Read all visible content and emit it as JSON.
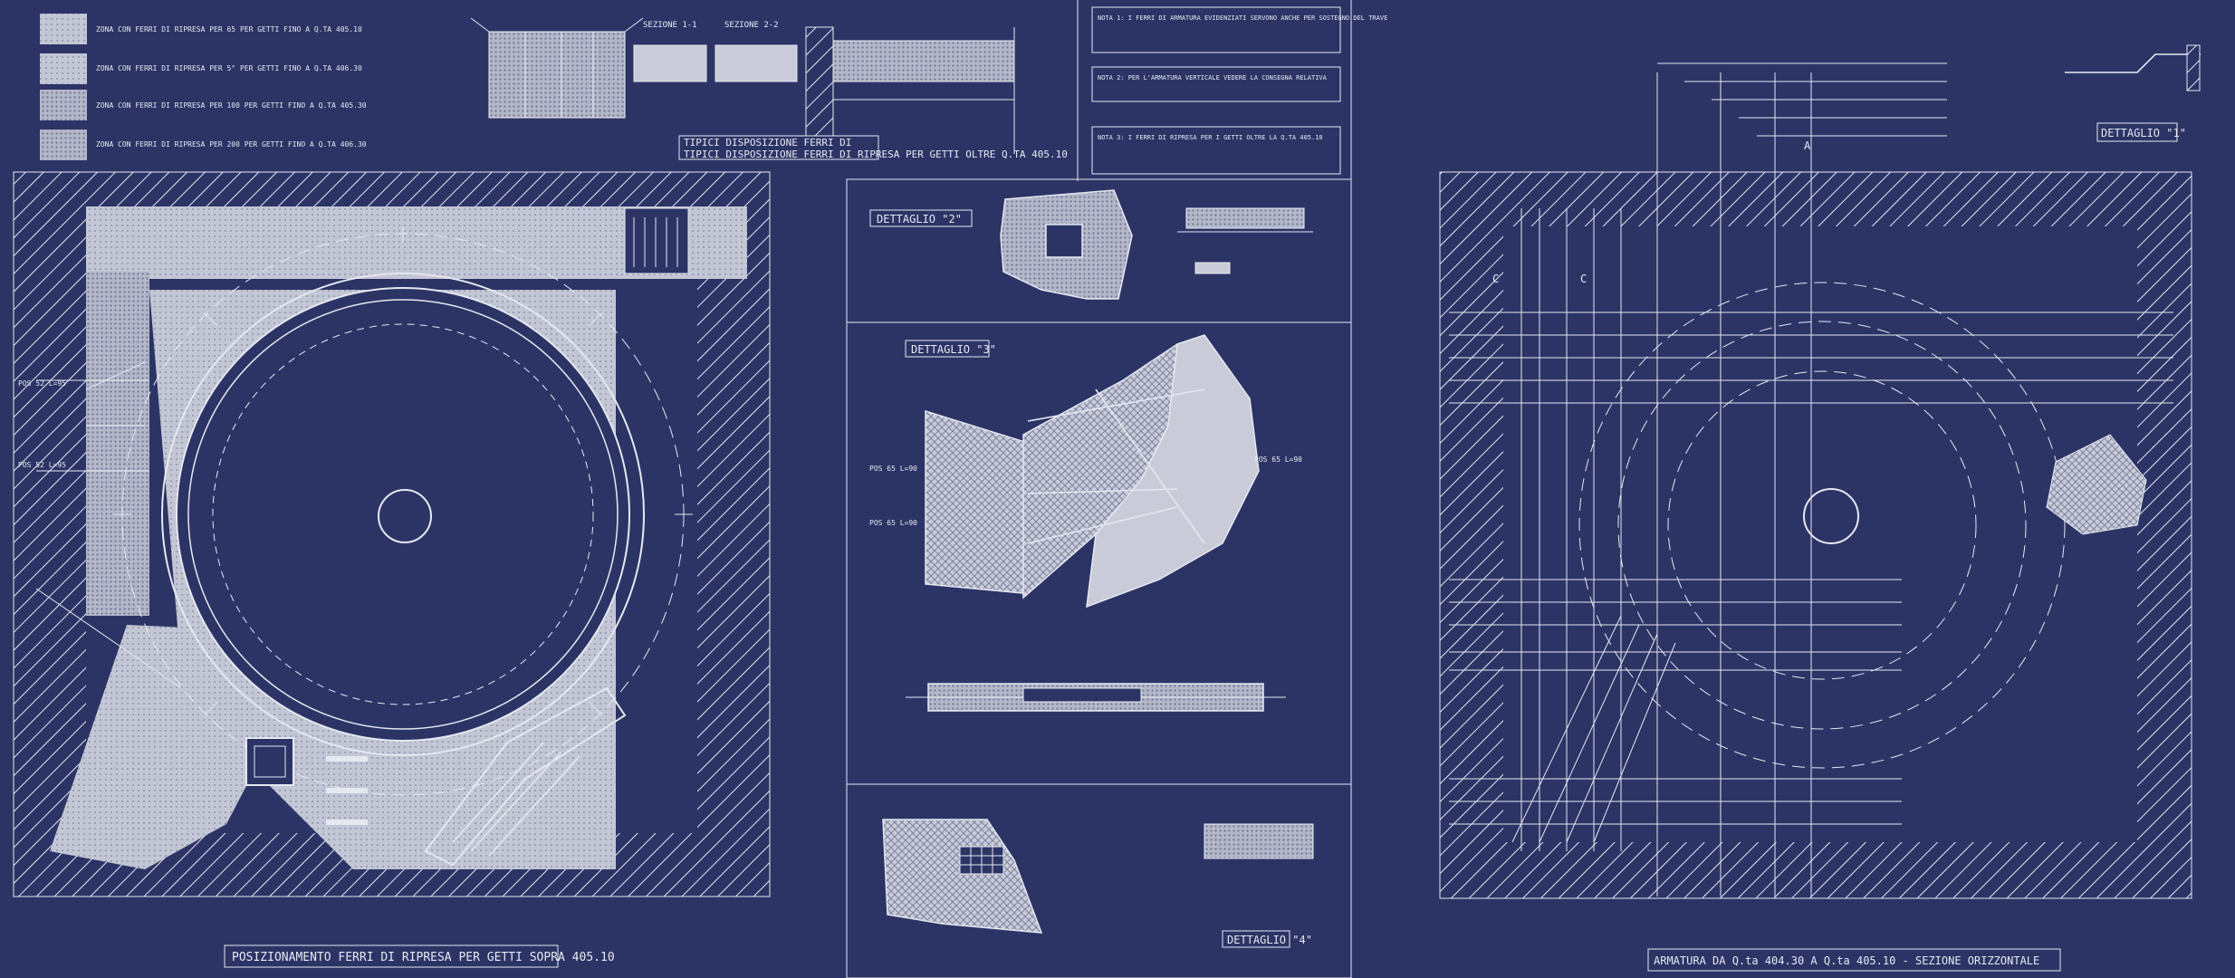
{
  "legend": {
    "rows": [
      {
        "text": "ZONA CON FERRI DI RIPRESA PER 65 PER GETTI FINO A Q.TA 405.10"
      },
      {
        "text": "ZONA CON FERRI DI RIPRESA PER 5° PER GETTI FINO A Q.TA 406.30"
      },
      {
        "text": "ZONA CON FERRI DI RIPRESA PER 100 PER GETTI FINO A Q.TA 405.30"
      },
      {
        "text": "ZONA CON FERRI DI RIPRESA PER 200 PER GETTI FINO A Q.TA 406.30"
      }
    ]
  },
  "sections": {
    "sez1": "SEZIONE 1-1",
    "sez2": "SEZIONE 2-2",
    "title": "TIPICI DISPOSIZIONE FERRI DI RIPRESA PER GETTI OLTRE Q.TA 405.10"
  },
  "notes": [
    "NOTA 1: I FERRI DI ARMATURA EVIDENZIATI SERVONO ANCHE PER SOSTEGNO DEL TRAVE",
    "NOTA 2: PER L'ARMATURA VERTICALE VEDERE LA CONSEGNA RELATIVA",
    "NOTA 3: I FERRI DI RIPRESA PER I GETTI OLTRE LA Q.TA 405.10"
  ],
  "details": {
    "d2": "DETTAGLIO \"2\"",
    "d3": "DETTAGLIO \"3\"",
    "d4": "DETTAGLIO \"4\"",
    "d1": "DETTAGLIO \"1\""
  },
  "markers": {
    "a": "A",
    "c": "C"
  },
  "labels": {
    "left_title": "POSIZIONAMENTO FERRI DI RIPRESA PER GETTI SOPRA 405.10",
    "right_title": "ARMATURA DA Q.ta 404.30 A Q.ta 405.10 - SEZIONE ORIZZONTALE"
  }
}
